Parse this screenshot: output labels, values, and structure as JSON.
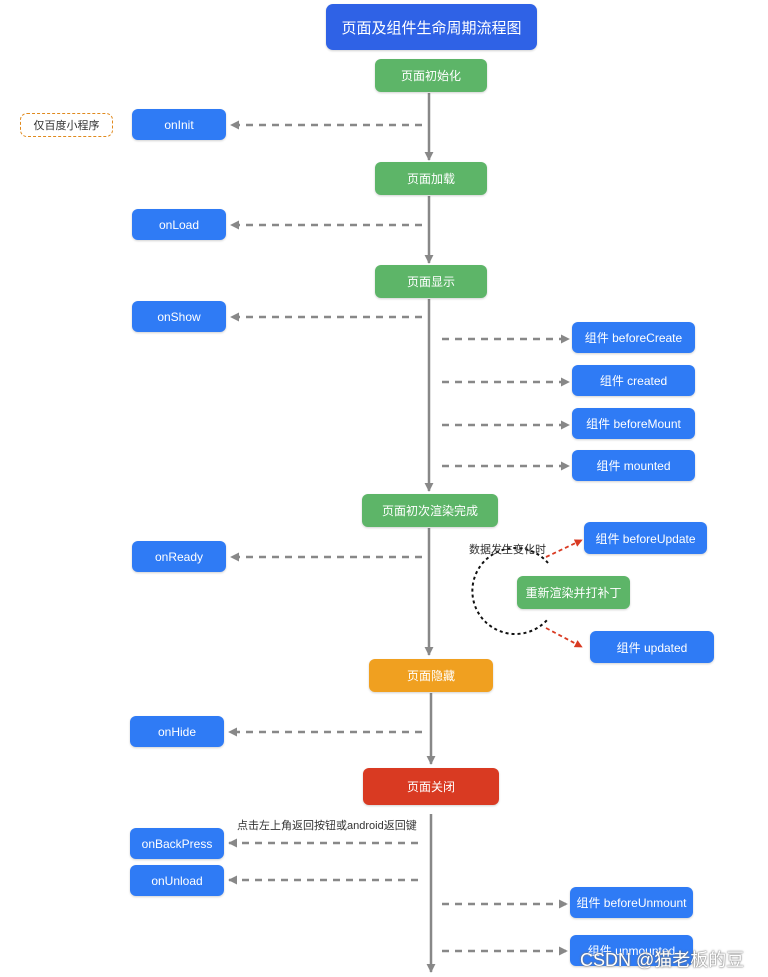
{
  "title": "页面及组件生命周期流程图",
  "stages": {
    "init": "页面初始化",
    "load": "页面加载",
    "show": "页面显示",
    "ready": "页面初次渲染完成",
    "hide": "页面隐藏",
    "close": "页面关闭"
  },
  "hooks": {
    "onInit": "onInit",
    "onLoad": "onLoad",
    "onShow": "onShow",
    "onReady": "onReady",
    "onHide": "onHide",
    "onBackPress": "onBackPress",
    "onUnload": "onUnload"
  },
  "components": {
    "beforeCreate": "组件 beforeCreate",
    "created": "组件 created",
    "beforeMount": "组件 beforeMount",
    "mounted": "组件 mounted",
    "beforeUpdate": "组件 beforeUpdate",
    "updated": "组件 updated",
    "beforeUnmount": "组件 beforeUnmount",
    "unmounted": "组件 unmounted"
  },
  "update_cycle": {
    "rerender": "重新渲染并打补丁",
    "trigger": "数据发生变化时"
  },
  "notes": {
    "baidu_only": "仅百度小程序",
    "back_press": "点击左上角返回按钮或android返回键"
  },
  "watermark": "CSDN @猫老板的豆",
  "colors": {
    "title": "#2f62e6",
    "stage": "#5db568",
    "hook": "#2f7bf5",
    "hide": "#f0a020",
    "close": "#d93a22",
    "arrow": "#888888",
    "update_arrow": "#d93a22",
    "note_border": "#e08a1e"
  }
}
